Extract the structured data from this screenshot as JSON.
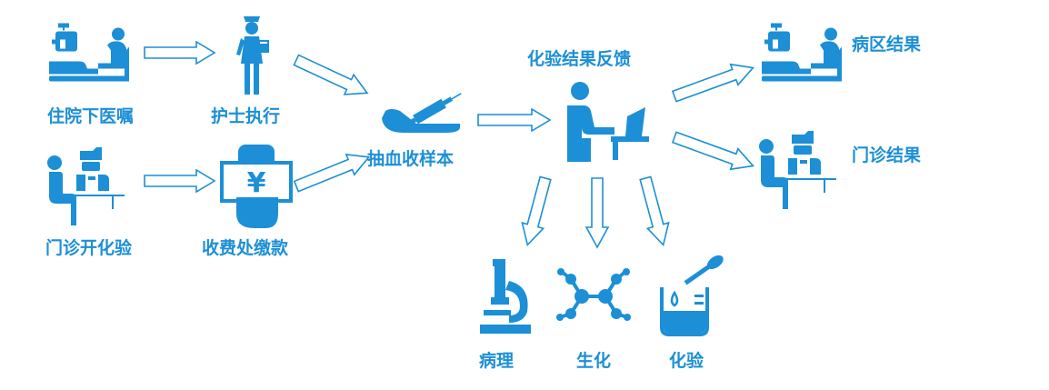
{
  "colors": {
    "primary": "#1c8fd6",
    "arrow_stroke": "#1c8fd6",
    "background": "#ffffff"
  },
  "nodes": {
    "inpatient_order": {
      "label": "住院下医嘱",
      "icon": "patient-in-bed-doctor-icon"
    },
    "nurse_execute": {
      "label": "护士执行",
      "icon": "nurse-icon"
    },
    "outpatient_order": {
      "label": "门诊开化验",
      "icon": "outpatient-consultation-icon"
    },
    "payment": {
      "label": "收费处缴款",
      "icon": "hand-yuan-payment-icon",
      "symbol": "¥"
    },
    "blood_sample": {
      "label": "抽血收样本",
      "icon": "blood-draw-syringe-icon"
    },
    "lab_feedback": {
      "label": "化验结果反馈",
      "icon": "lab-technician-computer-icon"
    },
    "ward_result": {
      "label": "病区结果",
      "icon": "patient-in-bed-doctor-icon"
    },
    "clinic_result": {
      "label": "门诊结果",
      "icon": "outpatient-consultation-icon"
    },
    "pathology": {
      "label": "病理",
      "icon": "microscope-icon"
    },
    "biochemistry": {
      "label": "生化",
      "icon": "molecule-icon"
    },
    "assay": {
      "label": "化验",
      "icon": "beaker-pipette-icon"
    }
  }
}
